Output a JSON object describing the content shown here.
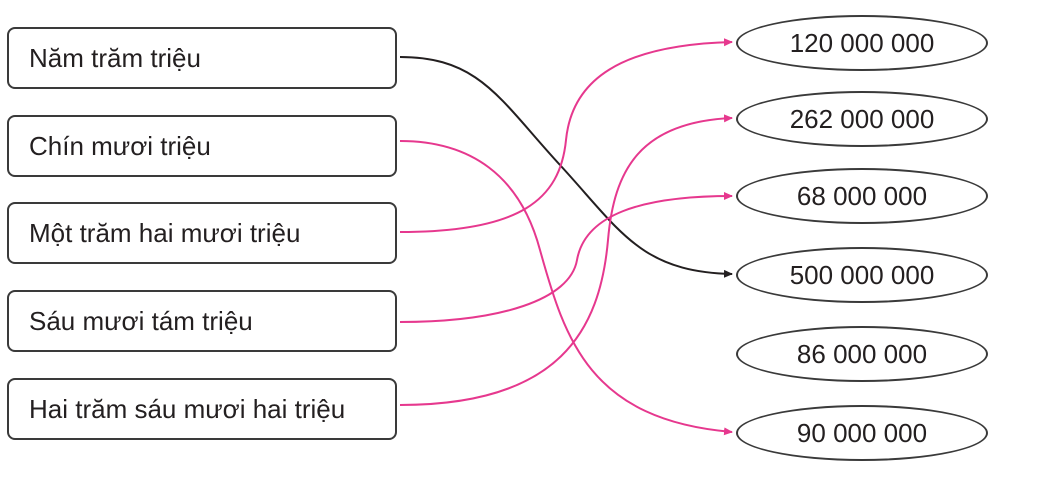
{
  "left_items": [
    {
      "label": "Năm trăm triệu"
    },
    {
      "label": "Chín mươi triệu"
    },
    {
      "label": "Một trăm hai mươi triệu"
    },
    {
      "label": "Sáu mươi tám triệu"
    },
    {
      "label": "Hai trăm sáu mươi hai triệu"
    }
  ],
  "right_items": [
    {
      "label": "120 000 000"
    },
    {
      "label": "262 000 000"
    },
    {
      "label": "68 000 000"
    },
    {
      "label": "500 000 000"
    },
    {
      "label": "86 000 000"
    },
    {
      "label": "90 000 000"
    }
  ],
  "connections": [
    {
      "from": "Năm trăm triệu",
      "to": "500 000 000",
      "color": "#231f20"
    },
    {
      "from": "Chín mươi triệu",
      "to": "90 000 000",
      "color": "#e6388e"
    },
    {
      "from": "Một trăm hai mươi triệu",
      "to": "120 000 000",
      "color": "#e6388e"
    },
    {
      "from": "Sáu mươi tám triệu",
      "to": "68 000 000",
      "color": "#e6388e"
    },
    {
      "from": "Hai trăm sáu mươi hai triệu",
      "to": "262 000 000",
      "color": "#e6388e"
    }
  ],
  "colors": {
    "link_pink": "#e6388e",
    "link_dark": "#231f20",
    "border": "#3a3a3a"
  }
}
